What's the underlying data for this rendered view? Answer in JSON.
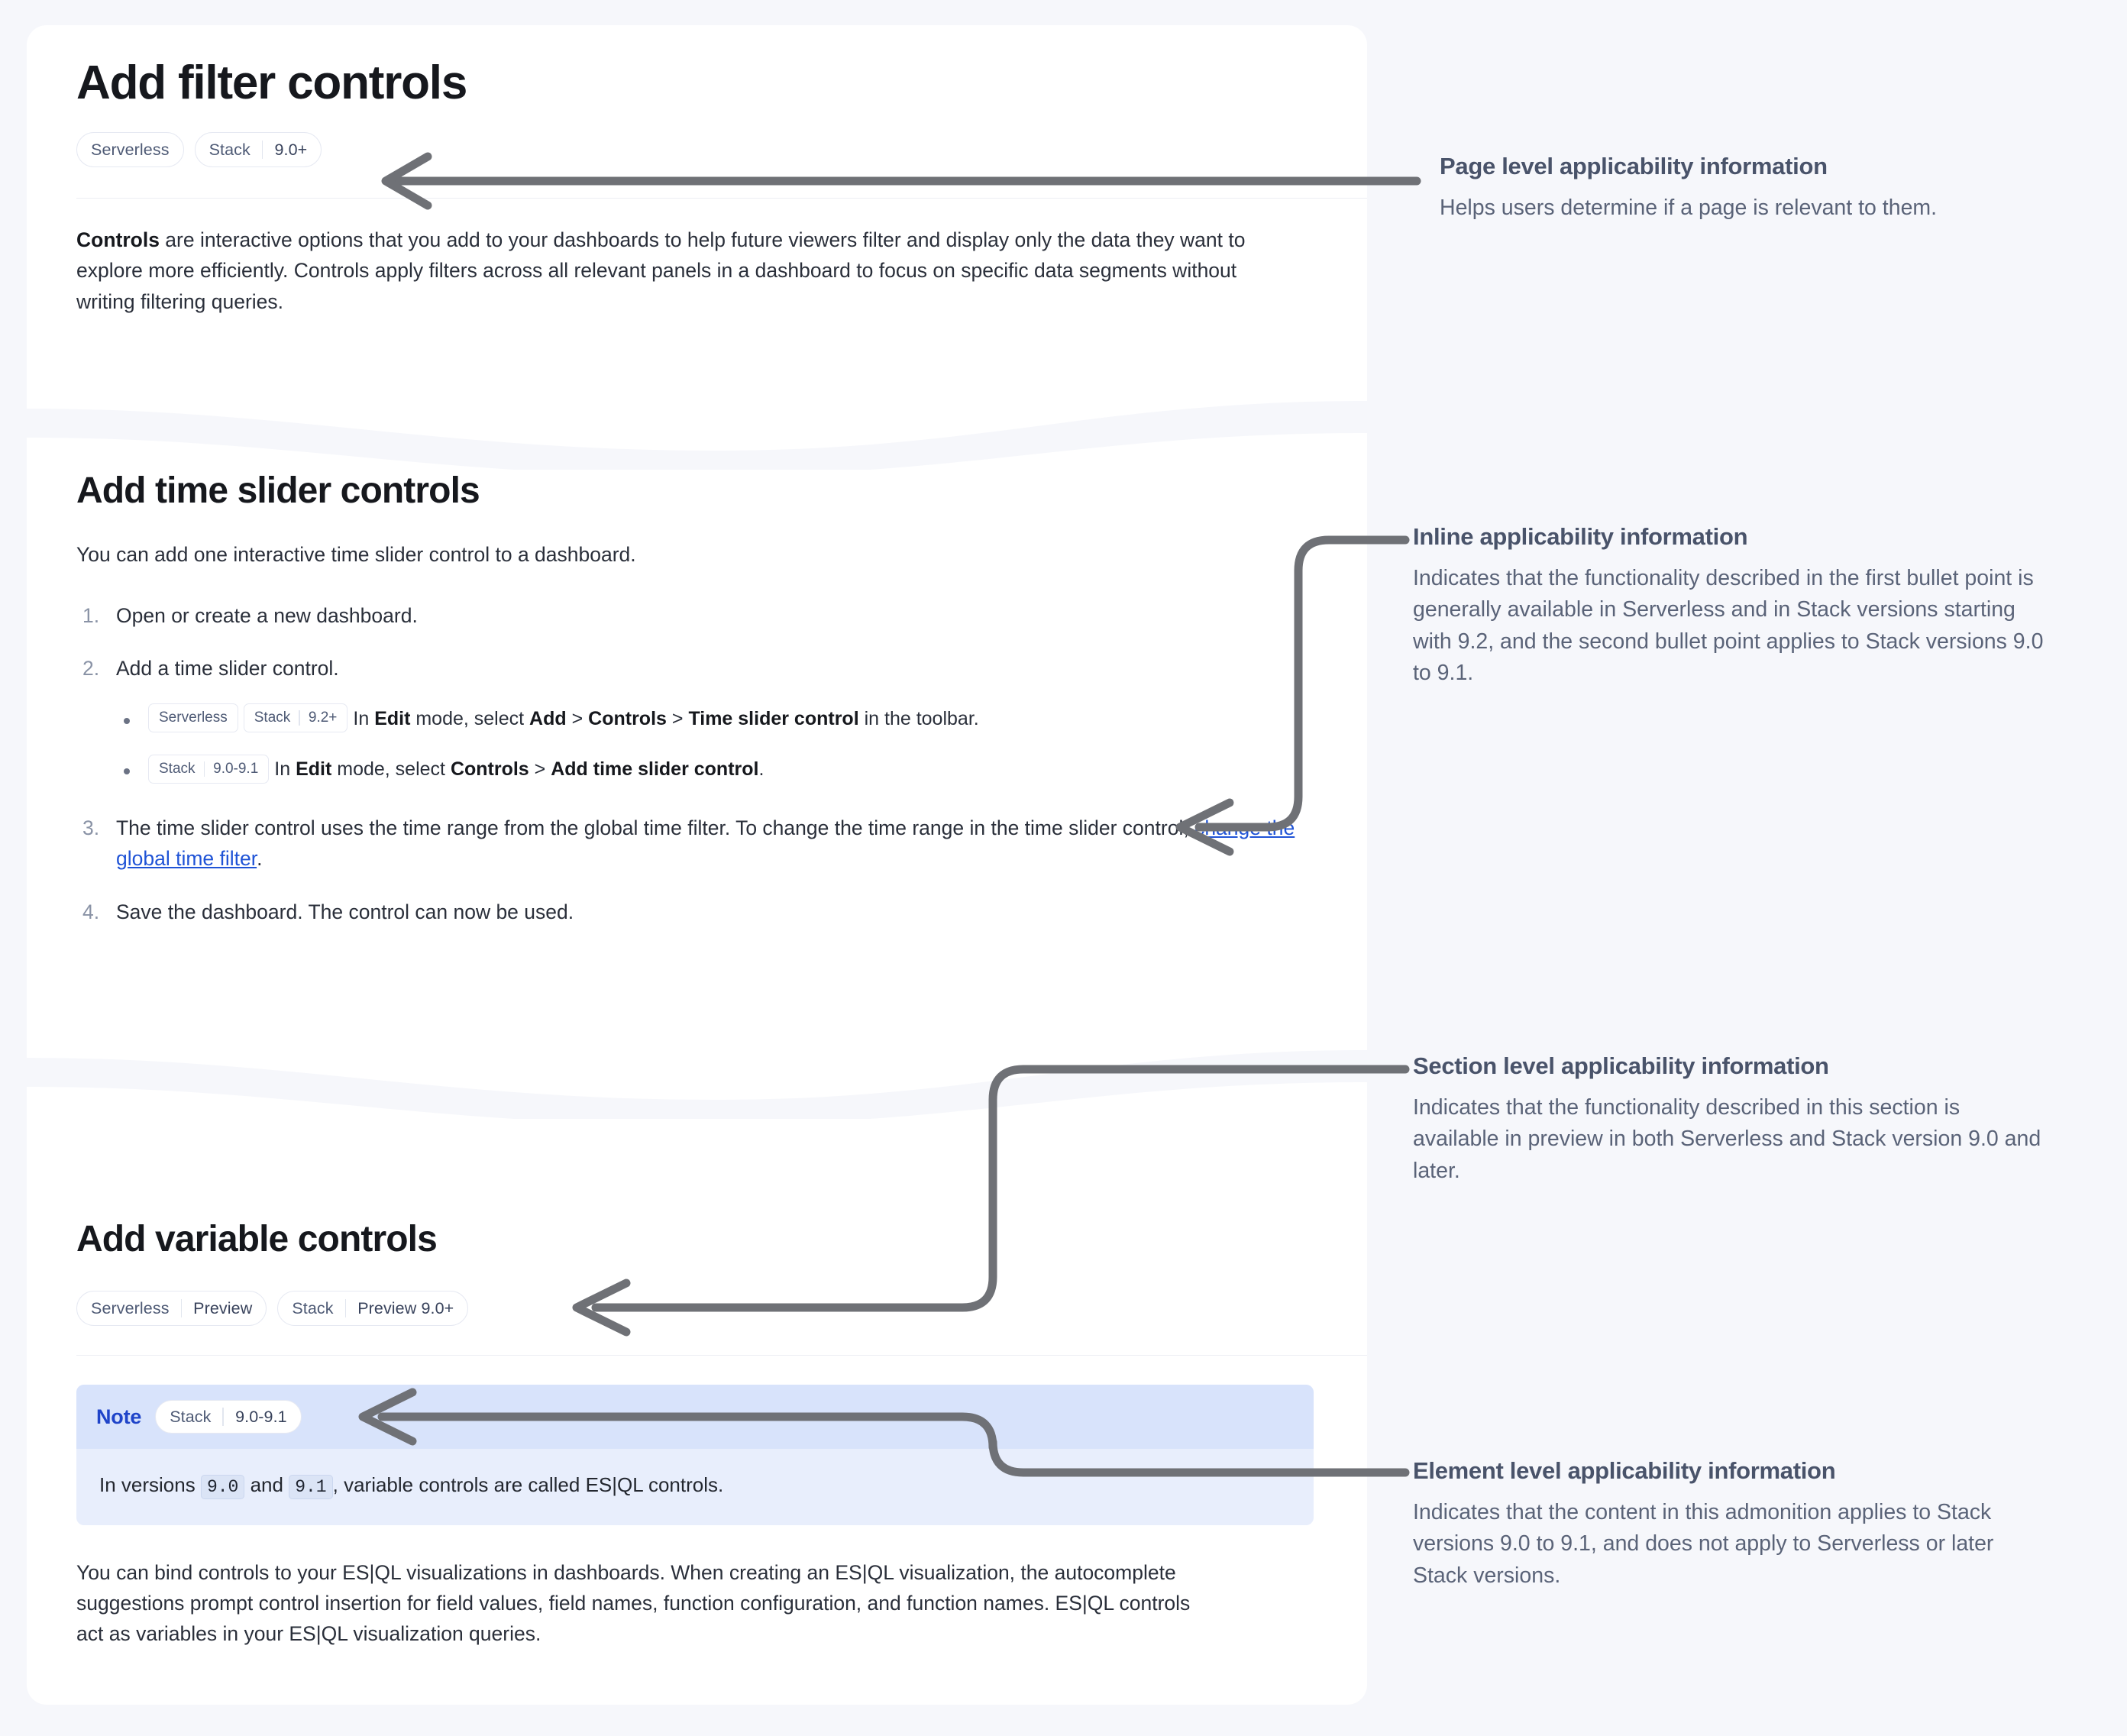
{
  "doc": {
    "page_title": "Add filter controls",
    "page_pills": [
      {
        "name": "Serverless"
      },
      {
        "name": "Stack",
        "version": "9.0+"
      }
    ],
    "intro": {
      "lead": "Controls",
      "rest": " are interactive options that you add to your dashboards to help future viewers filter and display only the data they want to explore more efficiently. Controls apply filters across all relevant panels in a dashboard to focus on specific data segments without writing filtering queries."
    },
    "section_time_slider": {
      "title": "Add time slider controls",
      "intro": "You can add one interactive time slider control to a dashboard.",
      "steps": [
        {
          "num": "1.",
          "text": "Open or create a new dashboard."
        },
        {
          "num": "2.",
          "text": "Add a time slider control."
        },
        {
          "num": "3.",
          "text": "The time slider control uses the time range from the global time filter. To change the time range in the time slider control, ",
          "link": "change the global time filter",
          "tail": "."
        },
        {
          "num": "4.",
          "text": "Save the dashboard. The control can now be used."
        }
      ],
      "bullets": [
        {
          "badges": [
            {
              "name": "Serverless"
            },
            {
              "name": "Stack",
              "version": "9.2+"
            }
          ],
          "parts": [
            {
              "t": "In ",
              "b": false
            },
            {
              "t": "Edit",
              "b": true
            },
            {
              "t": " mode, select ",
              "b": false
            },
            {
              "t": "Add",
              "b": true
            },
            {
              "t": " > ",
              "b": false
            },
            {
              "t": "Controls",
              "b": true
            },
            {
              "t": " > ",
              "b": false
            },
            {
              "t": "Time slider control",
              "b": true
            },
            {
              "t": " in the toolbar.",
              "b": false
            }
          ]
        },
        {
          "badges": [
            {
              "name": "Stack",
              "version": "9.0-9.1"
            }
          ],
          "parts": [
            {
              "t": "In ",
              "b": false
            },
            {
              "t": "Edit",
              "b": true
            },
            {
              "t": " mode, select ",
              "b": false
            },
            {
              "t": "Controls",
              "b": true
            },
            {
              "t": " > ",
              "b": false
            },
            {
              "t": "Add time slider control",
              "b": true
            },
            {
              "t": ".",
              "b": false
            }
          ]
        }
      ]
    },
    "section_variable": {
      "title": "Add variable controls",
      "pills": [
        {
          "name": "Serverless",
          "version": "Preview"
        },
        {
          "name": "Stack",
          "version": "Preview 9.0+"
        }
      ],
      "note": {
        "label": "Note",
        "pill": {
          "name": "Stack",
          "version": "9.0-9.1"
        },
        "body_pre": "In versions ",
        "code1": "9.0",
        "body_mid": " and ",
        "code2": "9.1",
        "body_post": ", variable controls are called ES|QL controls."
      },
      "paragraph": "You can bind controls to your ES|QL visualizations in dashboards. When creating an ES|QL visualization, the autocomplete suggestions prompt control insertion for field values, field names, function configuration, and function names. ES|QL controls act as variables in your ES|QL visualization queries."
    }
  },
  "annotations": [
    {
      "id": "page-level",
      "title": "Page level applicability information",
      "text": "Helps users determine if a page is relevant to them."
    },
    {
      "id": "inline",
      "title": "Inline applicability information",
      "text": "Indicates that the functionality described in the first bullet point is generally available in Serverless and in Stack versions starting with 9.2, and the second bullet point applies to Stack versions 9.0 to 9.1."
    },
    {
      "id": "section-level",
      "title": "Section level applicability information",
      "text": "Indicates that the functionality described in this section is available in preview in both Serverless and Stack version 9.0 and later."
    },
    {
      "id": "element-level",
      "title": "Element level applicability information",
      "text": "Indicates that the content in this admonition applies to Stack versions 9.0 to 9.1, and does not apply to Serverless or later Stack versions."
    }
  ],
  "colors": {
    "page_background": "#f6f7fb",
    "panel": "#ffffff",
    "annotation_title": "#49536a",
    "annotation_text": "#5a6378",
    "connector": "#6f7176",
    "link": "#1f53d6",
    "note_header": "#d8e3fb",
    "note_body": "#e8eefc",
    "note_label": "#1f44c9"
  }
}
